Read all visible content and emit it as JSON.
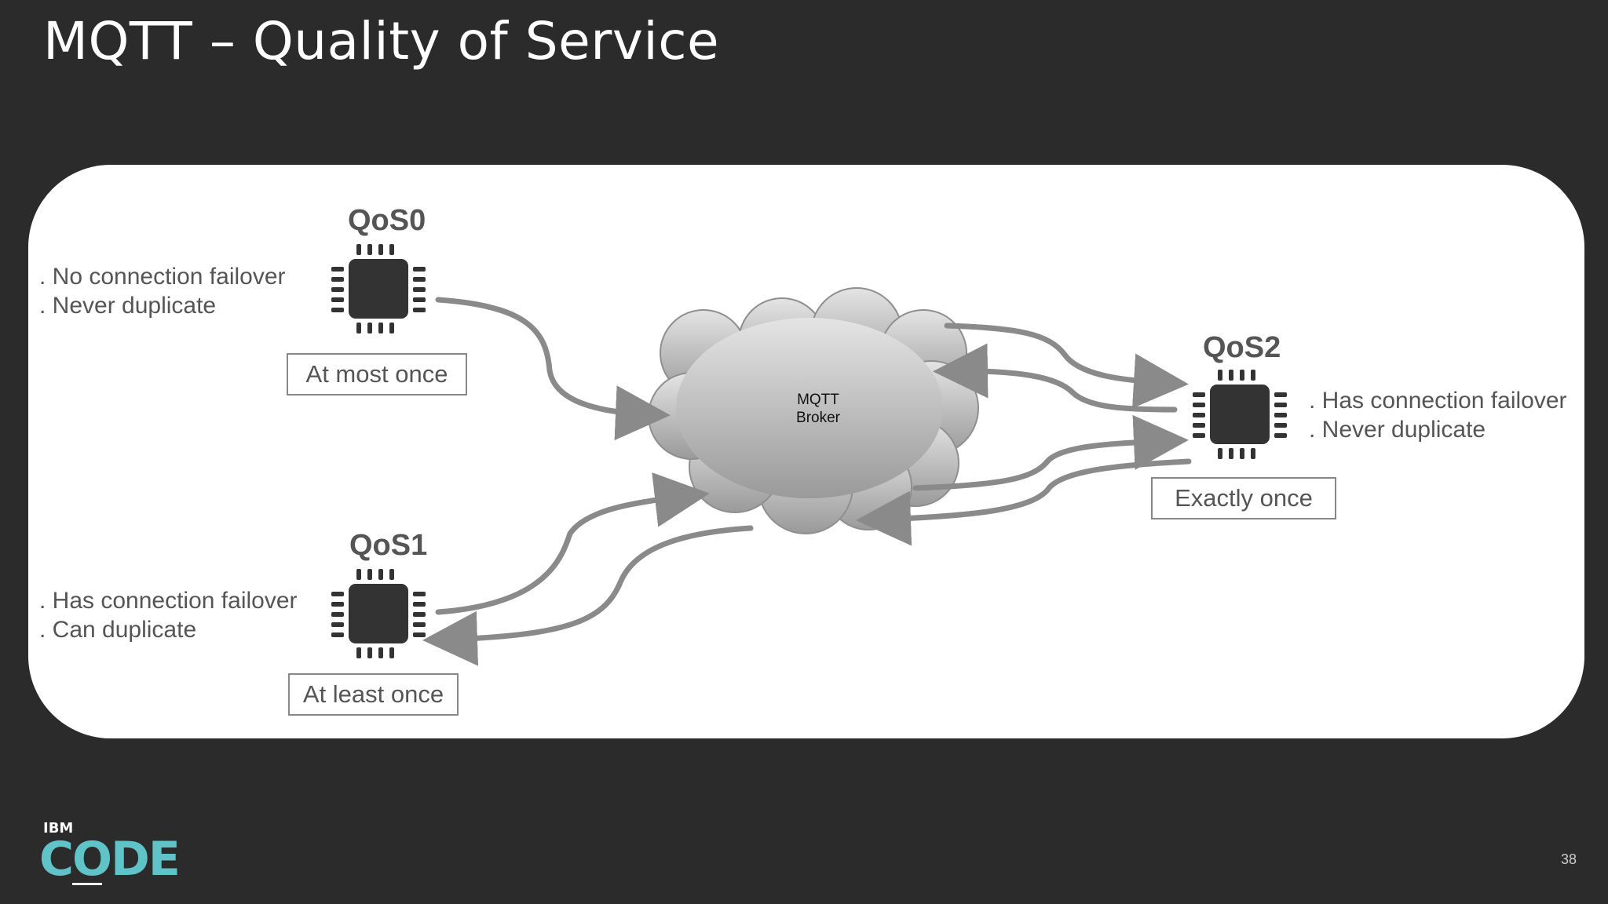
{
  "slide": {
    "title": "MQTT – Quality of Service",
    "page_number": "38"
  },
  "logo": {
    "brand": "IBM",
    "product": "CODE"
  },
  "broker": {
    "line1": "MQTT",
    "line2": "Broker"
  },
  "qos0": {
    "label": "QoS0",
    "desc1": ". No connection failover",
    "desc2": ". Never duplicate",
    "box": "At most once"
  },
  "qos1": {
    "label": "QoS1",
    "desc1": ". Has connection failover",
    "desc2": ". Can duplicate",
    "box": "At least once"
  },
  "qos2": {
    "label": "QoS2",
    "desc1": ". Has connection failover",
    "desc2": ". Never duplicate",
    "box": "Exactly once"
  },
  "colors": {
    "background": "#2b2b2b",
    "panel": "#ffffff",
    "arrow": "#8a8a8a",
    "chip": "#333333",
    "logo_accent": "#5fc3c8"
  },
  "icons": [
    "chip-icon",
    "cloud-icon",
    "arrow-icon"
  ]
}
